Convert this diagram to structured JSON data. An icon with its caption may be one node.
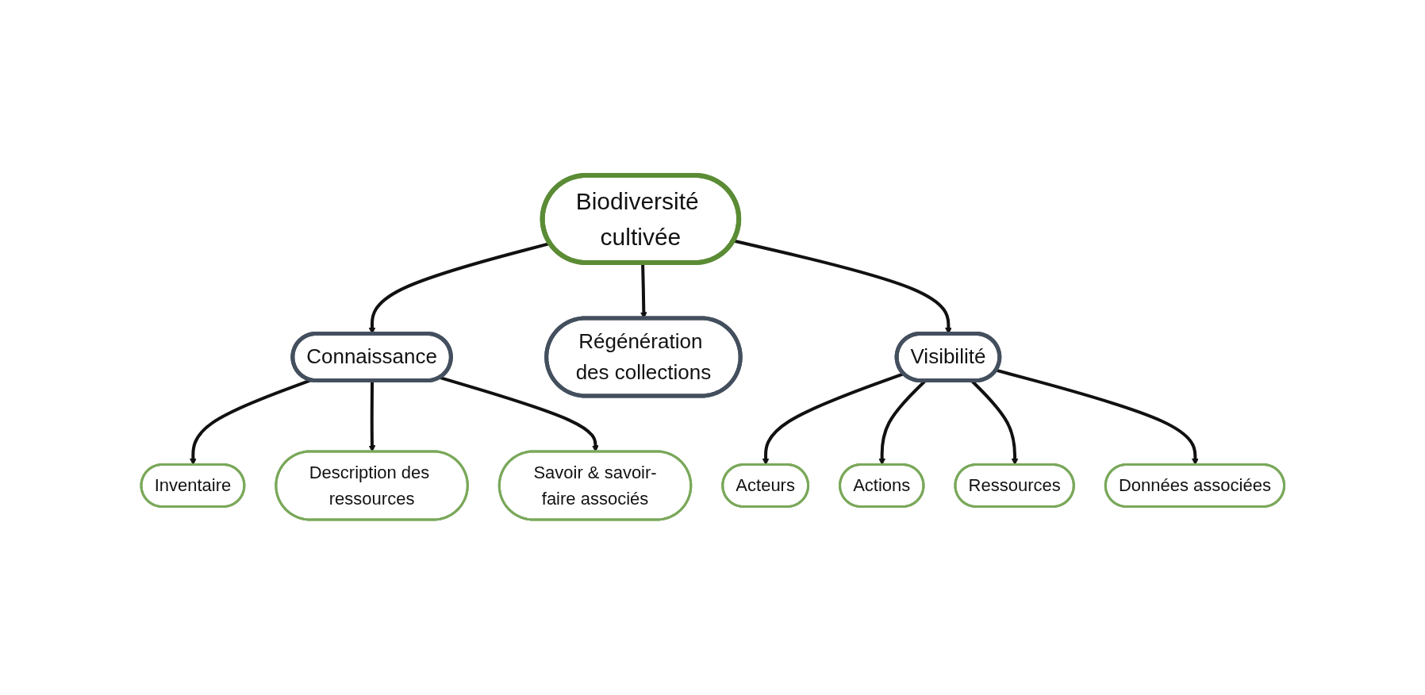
{
  "diagram": {
    "nodes": [
      {
        "text": [
          "Biodiversité cultivée"
        ]
      },
      {
        "text": [
          "Connaissance"
        ]
      },
      {
        "text": [
          "Inventaire"
        ]
      },
      {
        "text": [
          "Description des ressources"
        ]
      },
      {
        "text": [
          "Savoir & savoir-faire associés"
        ]
      },
      {
        "text": [
          "Régénération des collections"
        ]
      },
      {
        "text": [
          "Visibilité"
        ]
      },
      {
        "text": [
          "Acteurs"
        ]
      },
      {
        "text": [
          "Actions"
        ]
      },
      {
        "text": [
          "Ressources"
        ]
      },
      {
        "text": [
          "Données associées"
        ]
      }
    ],
    "edges": [
      {
        "from": 0,
        "to": 1,
        "arrow": "to"
      },
      {
        "from": 0,
        "to": 5,
        "arrow": "to"
      },
      {
        "from": 0,
        "to": 6,
        "arrow": "to"
      },
      {
        "from": 1,
        "to": 2,
        "arrow": "to"
      },
      {
        "from": 1,
        "to": 3,
        "arrow": "to"
      },
      {
        "from": 1,
        "to": 4,
        "arrow": "to"
      },
      {
        "from": 6,
        "to": 7,
        "arrow": "to"
      },
      {
        "from": 6,
        "to": 8,
        "arrow": "to"
      },
      {
        "from": 6,
        "to": 9,
        "arrow": "to"
      },
      {
        "from": 6,
        "to": 10,
        "arrow": "to"
      }
    ]
  }
}
